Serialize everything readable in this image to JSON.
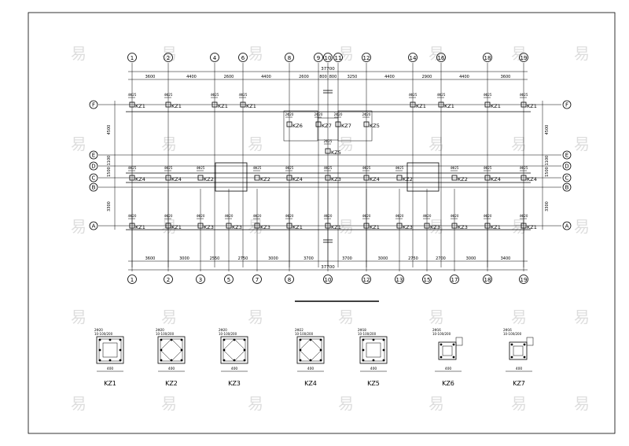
{
  "top_axes": [
    "1",
    "2",
    "4",
    "6",
    "8",
    "9",
    "10",
    "11",
    "12",
    "14",
    "16",
    "18",
    "19"
  ],
  "bottom_axes": [
    "1",
    "2",
    "3",
    "5",
    "7",
    "8",
    "10",
    "12",
    "13",
    "15",
    "17",
    "18",
    "19"
  ],
  "row_axes": [
    "F",
    "E",
    "D",
    "C",
    "B",
    "A"
  ],
  "total_dim_top": "37700",
  "total_dim_bottom": "37700",
  "top_dims": [
    "3600",
    "4400",
    "2600",
    "4400",
    "2600",
    "800",
    "800",
    "3250",
    "4400",
    "2900",
    "4400",
    "3600"
  ],
  "bottom_dims": [
    "3600",
    "3000",
    "2550",
    "2750",
    "3000",
    "3700",
    "3700",
    "3000",
    "2750",
    "2700",
    "3000",
    "3400"
  ],
  "left_dims": [
    "4500",
    "1100",
    "1500",
    "3300"
  ],
  "right_dims": [
    "4500",
    "1100",
    "1500",
    "3300"
  ],
  "row_labels": {
    "F": [
      "KZ1",
      "KZ1",
      "KZ1",
      "KZ1",
      "KZ1",
      "KZ1",
      "KZ1",
      "KZ1"
    ],
    "mid": [
      "KZ6",
      "KZ7",
      "KZ7",
      "KZ5"
    ],
    "C": [
      "KZ4",
      "KZ4",
      "KZ2",
      "KZ2",
      "KZ4",
      "KZ3",
      "KZ4",
      "KZ2",
      "KZ2",
      "KZ4",
      "KZ4"
    ],
    "A": [
      "KZ1",
      "KZ1",
      "KZ3",
      "KZ3",
      "KZ3",
      "KZ1",
      "KZ1",
      "KZ1",
      "KZ3",
      "KZ3",
      "KZ3",
      "KZ1",
      "KZ1"
    ]
  },
  "rebar_tags": [
    "4Φ25",
    "2Φ20",
    "2Φ25",
    "4Φ20"
  ],
  "details": [
    {
      "name": "KZ1",
      "width": "400",
      "note": "2Φ20",
      "stirrup": "10-100/200"
    },
    {
      "name": "KZ2",
      "width": "400",
      "note": "2Φ20",
      "stirrup": "10-100/200"
    },
    {
      "name": "KZ3",
      "width": "400",
      "note": "2Φ20",
      "stirrup": "10-100/200"
    },
    {
      "name": "KZ4",
      "width": "400",
      "note": "2Φ22",
      "stirrup": "10-100/200"
    },
    {
      "name": "KZ5",
      "width": "400",
      "note": "2Φ18",
      "stirrup": "10-100/200"
    },
    {
      "name": "KZ6",
      "width": "400",
      "note": "2Φ16",
      "stirrup": "10-100/200"
    },
    {
      "name": "KZ7",
      "width": "400",
      "note": "2Φ16",
      "stirrup": "10-100/200"
    }
  ],
  "watermark": "易"
}
